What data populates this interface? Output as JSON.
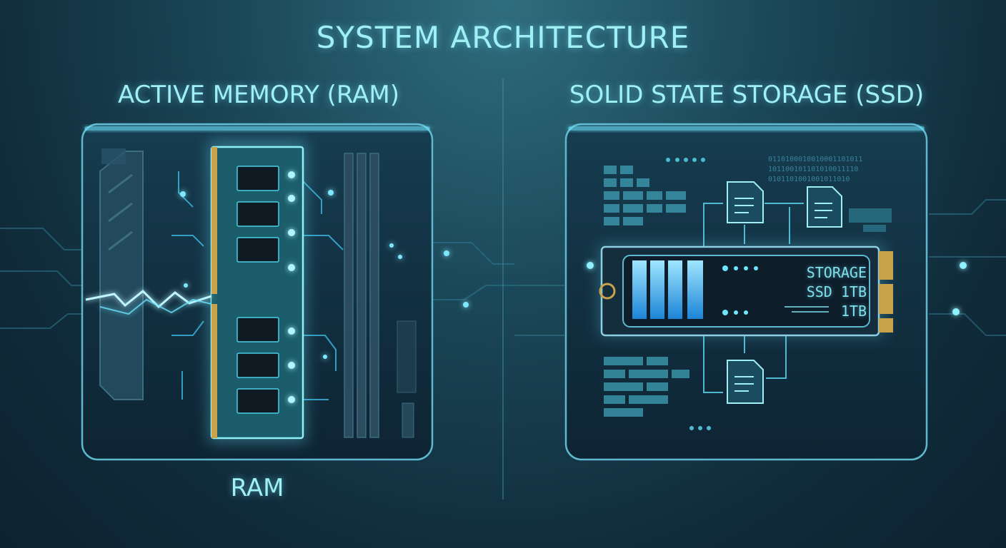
{
  "title": "SYSTEM ARCHITECTURE",
  "panels": {
    "ram": {
      "heading": "ACTIVE MEMORY (RAM)",
      "caption": "RAM"
    },
    "ssd": {
      "heading": "SOLID STATE STORAGE (SSD)",
      "label_line1": "STORAGE",
      "label_line2": "SSD 1TB",
      "label_line3": "1TB"
    }
  },
  "binary_text": [
    "0110100010010001101011",
    "101100101101010011110",
    "0101101001001011010"
  ],
  "colors": {
    "accent": "#9ff0f4",
    "glow": "#39c8ff",
    "panel": "#0f2c3c",
    "gold": "#c9a24a"
  },
  "icons": [
    "ram-module-icon",
    "ssd-drive-icon",
    "document-icon",
    "lightning-icon",
    "circuit-trace-icon"
  ]
}
